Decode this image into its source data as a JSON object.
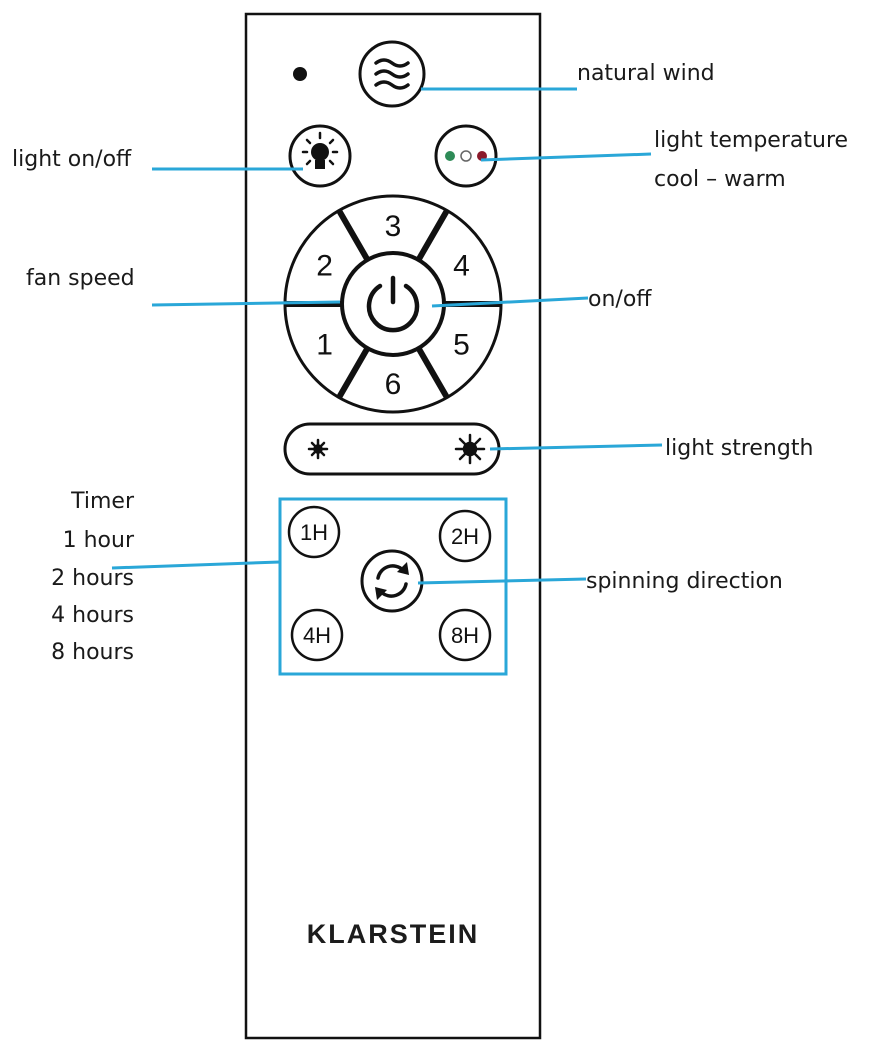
{
  "brand": "KLARSTEIN",
  "colors": {
    "leader": "#2aa7d8",
    "outline": "#111111",
    "temp_cool": "#2e8b57",
    "temp_warm": "#8b1a2b"
  },
  "icons": {
    "natural_wind": "wind-waves-icon",
    "light": "light-bulb-icon",
    "temperature": "three-dots-icon",
    "power": "power-icon",
    "dim": "sun-small-icon",
    "bright": "sun-large-icon",
    "direction": "rotate-arrows-icon"
  },
  "fan_speed_numbers": [
    "1",
    "2",
    "3",
    "4",
    "5",
    "6"
  ],
  "timer_buttons": [
    "1H",
    "2H",
    "4H",
    "8H"
  ],
  "labels": {
    "natural_wind": "natural wind",
    "light_onoff": "light on/off",
    "light_temperature_1": "light temperature",
    "light_temperature_2": "cool – warm",
    "fan_speed": "fan speed",
    "onoff": "on/off",
    "light_strength": "light strength",
    "timer": [
      "Timer",
      "1 hour",
      "2 hours",
      "4 hours",
      "8 hours"
    ],
    "spinning_direction": "spinning direction"
  }
}
